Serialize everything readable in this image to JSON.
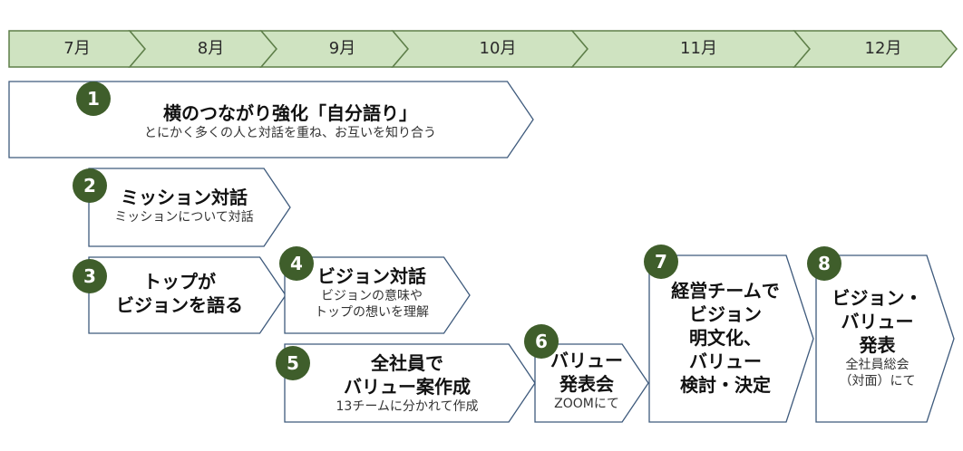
{
  "colors": {
    "month_fill": "#cfe3c1",
    "month_stroke": "#5e7f49",
    "step_stroke": "#3e5a7c",
    "badge": "#3f5e2b"
  },
  "months": [
    "7月",
    "8月",
    "9月",
    "10月",
    "11月",
    "12月"
  ],
  "steps": [
    {
      "number": "1",
      "title": [
        "横のつながり強化「自分語り」"
      ],
      "sub": [
        "とにかく多くの人と対話を重ね、お互いを知り合う"
      ]
    },
    {
      "number": "2",
      "title": [
        "ミッション対話"
      ],
      "sub": [
        "ミッションについて対話"
      ]
    },
    {
      "number": "3",
      "title": [
        "トップが",
        "ビジョンを語る"
      ],
      "sub": []
    },
    {
      "number": "4",
      "title": [
        "ビジョン対話"
      ],
      "sub": [
        "ビジョンの意味や",
        "トップの想いを理解"
      ]
    },
    {
      "number": "5",
      "title": [
        "全社員で",
        "バリュー案作成"
      ],
      "sub": [
        "13チームに分かれて作成"
      ]
    },
    {
      "number": "6",
      "title": [
        "バリュー",
        "発表会"
      ],
      "sub": [
        "ZOOMにて"
      ]
    },
    {
      "number": "7",
      "title": [
        "経営チームで",
        "ビジョン",
        "明文化、",
        "バリュー",
        "検討・決定"
      ],
      "sub": []
    },
    {
      "number": "8",
      "title": [
        "ビジョン・",
        "バリュー",
        "発表"
      ],
      "sub": [
        "全社員総会",
        "（対面）にて"
      ]
    }
  ]
}
